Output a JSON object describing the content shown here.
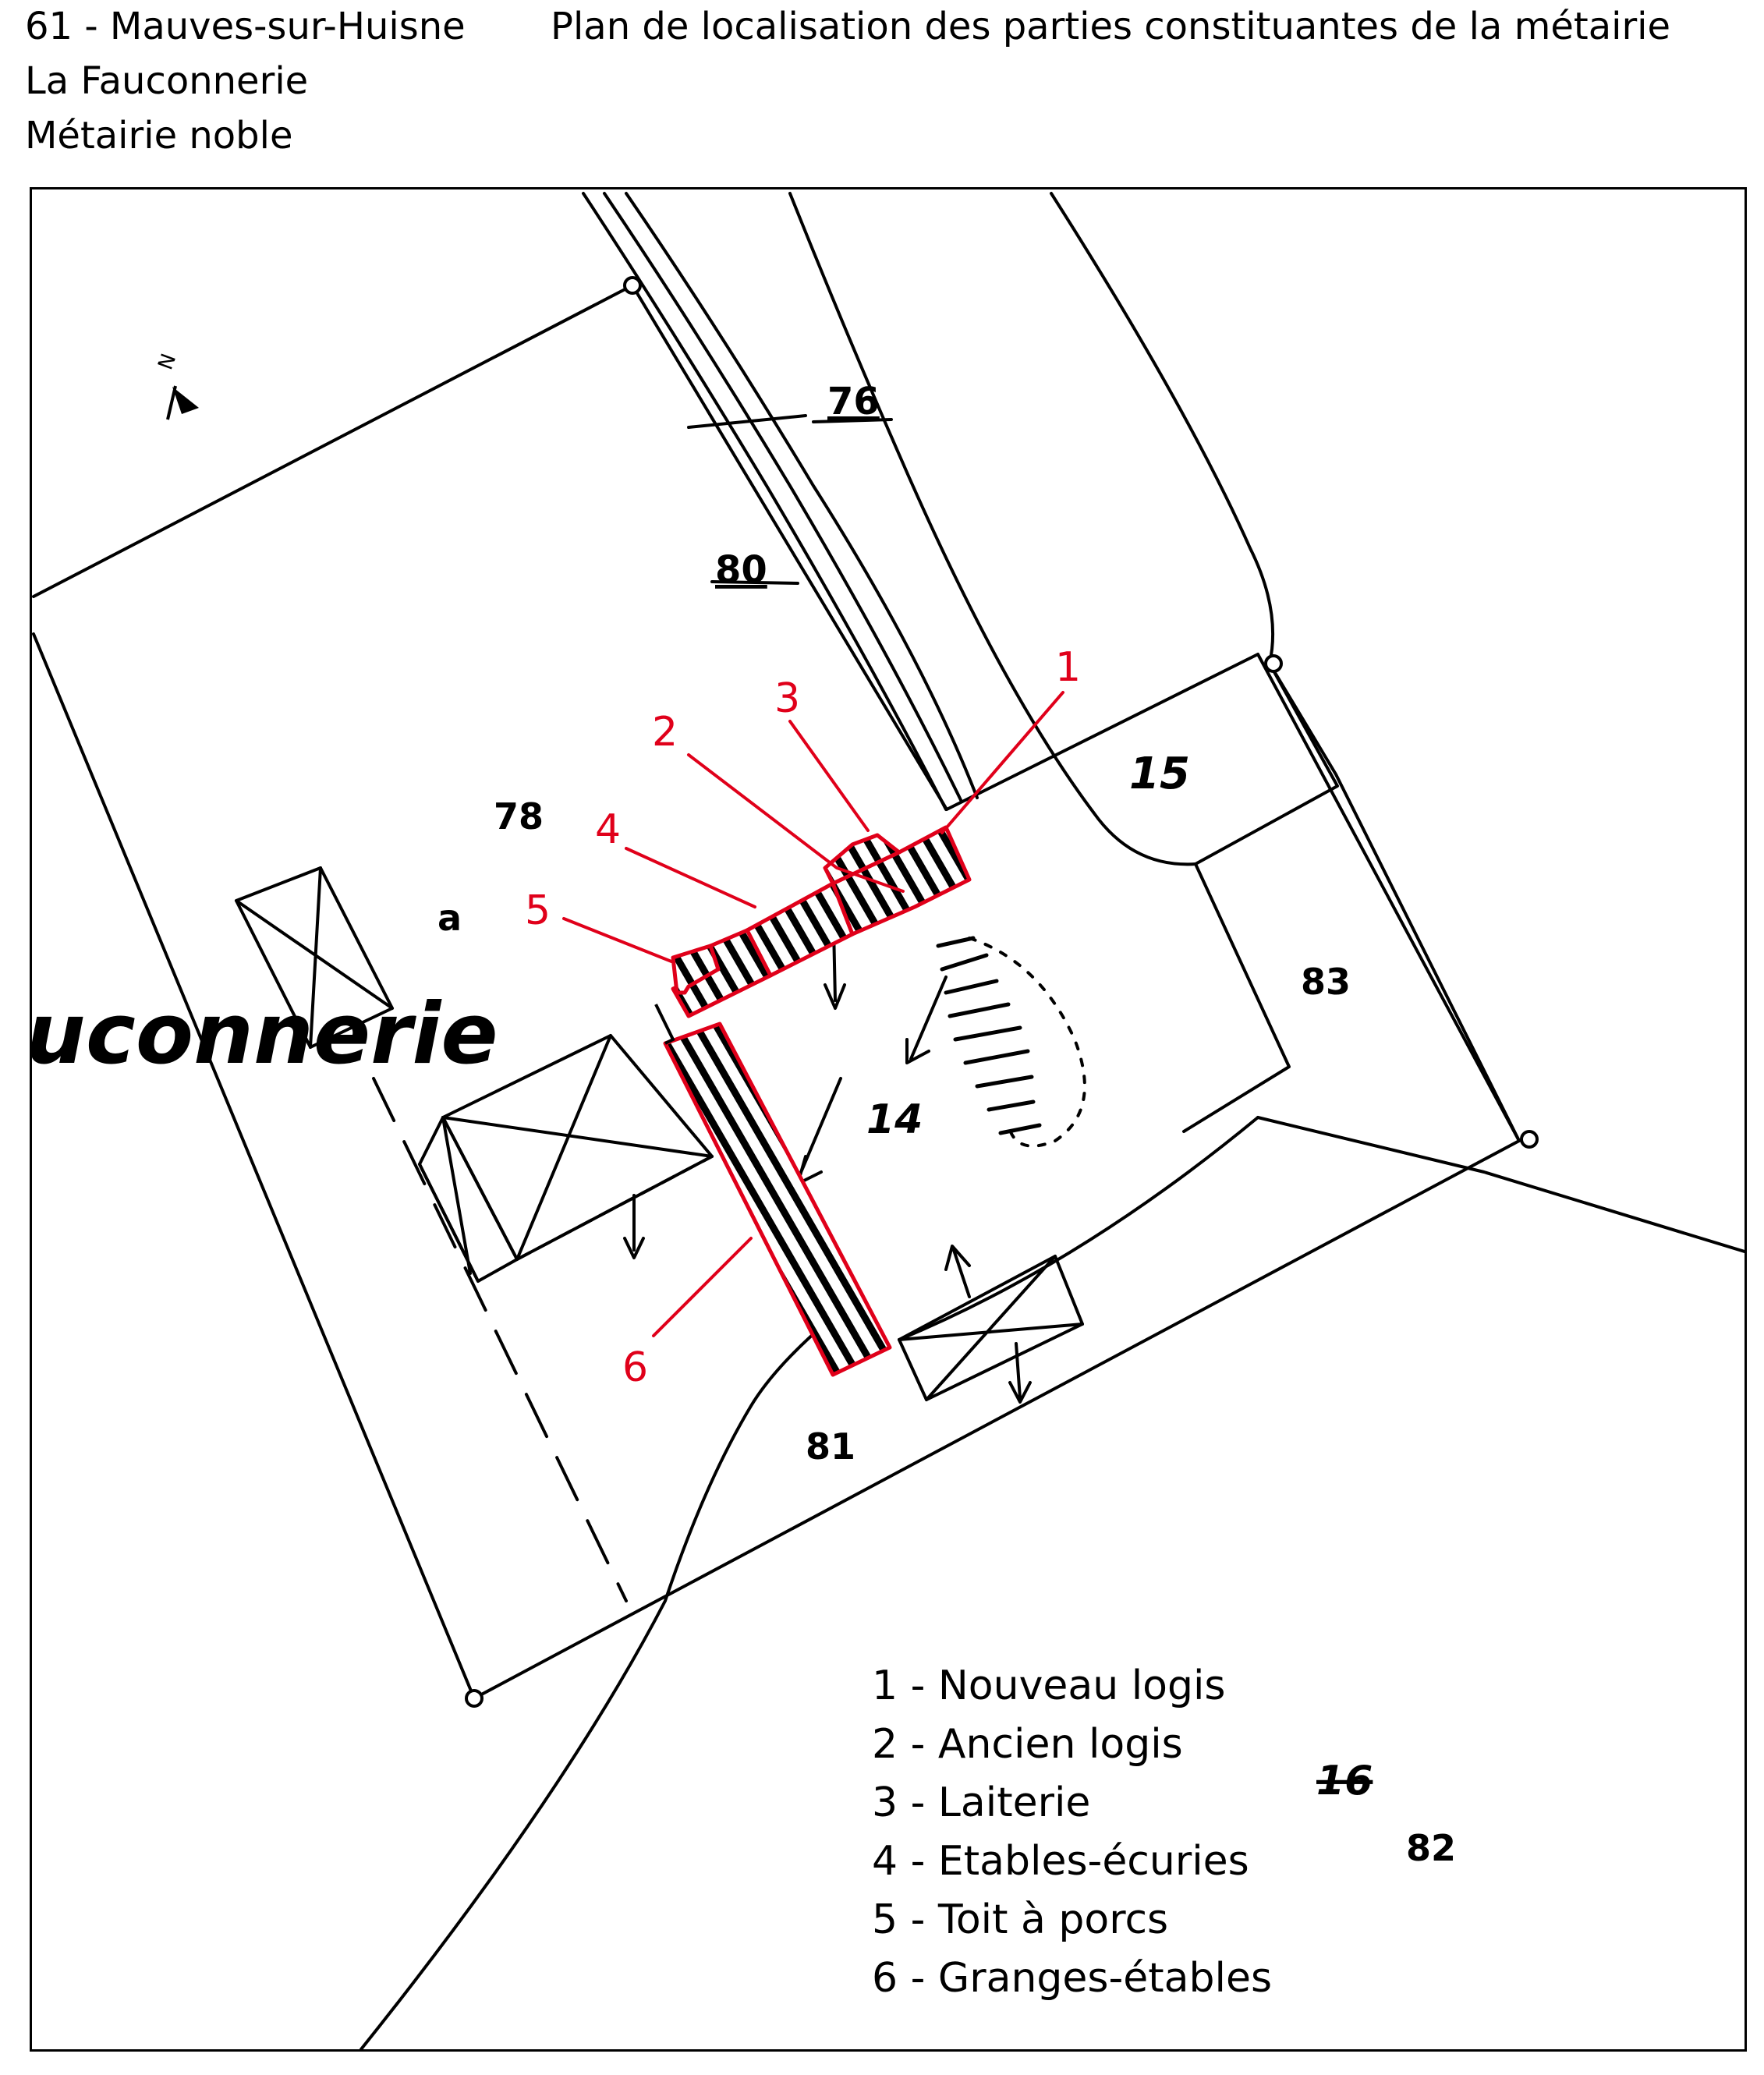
{
  "header": {
    "location": "61 - Mauves-sur-Huisne",
    "site": "La Fauconnerie",
    "type": "Métairie noble",
    "title": "Plan de localisation des parties constituantes de la métairie"
  },
  "map": {
    "north_label": "N",
    "place_label": "uconnerie",
    "parcels": [
      "76",
      "80",
      "78",
      "a",
      "15",
      "83",
      "14",
      "81",
      "16",
      "82"
    ],
    "callouts": [
      "1",
      "2",
      "3",
      "4",
      "5",
      "6"
    ],
    "highlight_color": "#e0001a",
    "ink_color": "#000000"
  },
  "legend": [
    "1 - Nouveau logis",
    "2 - Ancien logis",
    "3 - Laiterie",
    "4 - Etables-écuries",
    "5 - Toit à porcs",
    "6 - Granges-étables"
  ]
}
